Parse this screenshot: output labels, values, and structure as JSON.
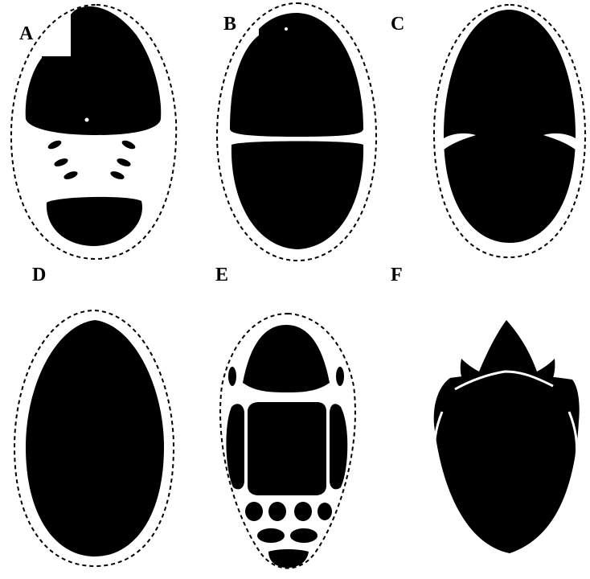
{
  "panels": [
    {
      "label": "A"
    },
    {
      "label": "B"
    },
    {
      "label": "C"
    },
    {
      "label": "D"
    },
    {
      "label": "E"
    },
    {
      "label": "F"
    }
  ],
  "colors": {
    "fill": "#000000",
    "background": "#ffffff",
    "outline_dash": "#000000"
  }
}
